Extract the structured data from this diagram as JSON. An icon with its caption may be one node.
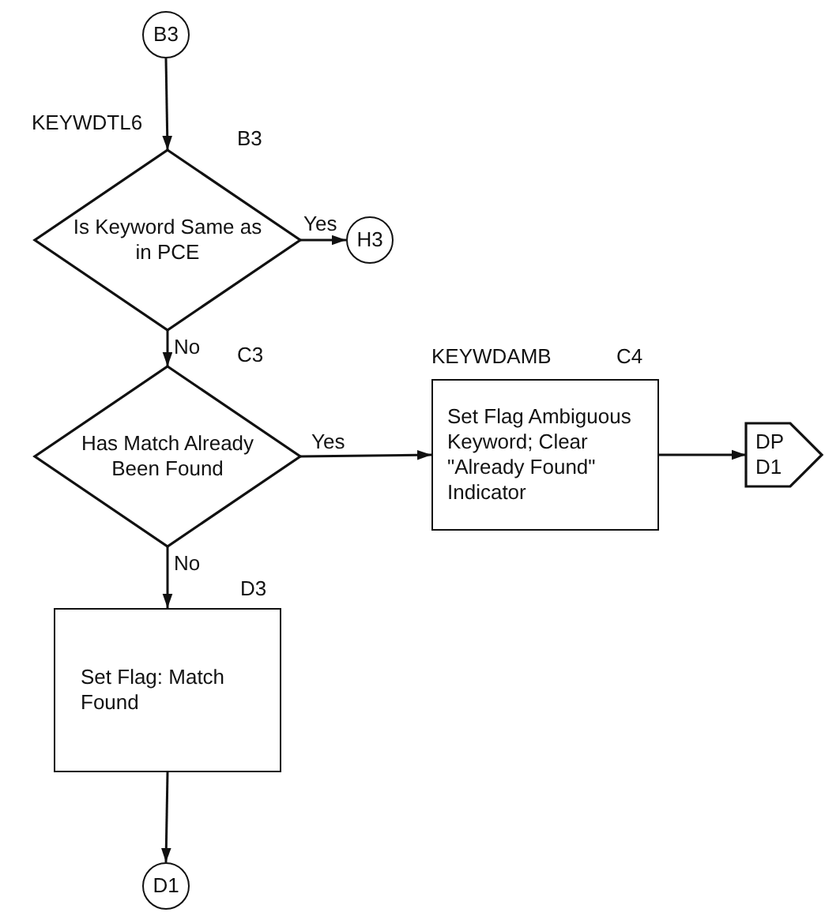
{
  "diagram": {
    "nodes": [
      {
        "text": [
          "B3"
        ]
      },
      {
        "text": [
          "Is Keyword Same as in PCE"
        ],
        "beside": [
          "KEYWDTL6",
          "B3"
        ]
      },
      {
        "text": [
          "H3"
        ]
      },
      {
        "text": [
          "Has Match Already Been Found"
        ],
        "beside": [
          "C3"
        ]
      },
      {
        "text": [
          "Set Flag Ambiguous Keyword; Clear \"Already Found\" Indicator"
        ],
        "beside": [
          "KEYWDAMB",
          "C4"
        ]
      },
      {
        "text": [
          "DP D1"
        ]
      },
      {
        "text": [
          "Set Flag: Match Found"
        ],
        "beside": [
          "D3"
        ]
      },
      {
        "text": [
          "D1"
        ]
      }
    ],
    "edges": [
      {
        "from": 0,
        "to": 1,
        "arrow": "to"
      },
      {
        "from": 1,
        "to": 2,
        "arrow": "to",
        "label": "Yes"
      },
      {
        "from": 1,
        "to": 3,
        "arrow": "to",
        "label": "No"
      },
      {
        "from": 3,
        "to": 4,
        "arrow": "to",
        "label": "Yes"
      },
      {
        "from": 4,
        "to": 5,
        "arrow": "to"
      },
      {
        "from": 3,
        "to": 6,
        "arrow": "to",
        "label": "No"
      },
      {
        "from": 6,
        "to": 7,
        "arrow": "to"
      }
    ]
  }
}
